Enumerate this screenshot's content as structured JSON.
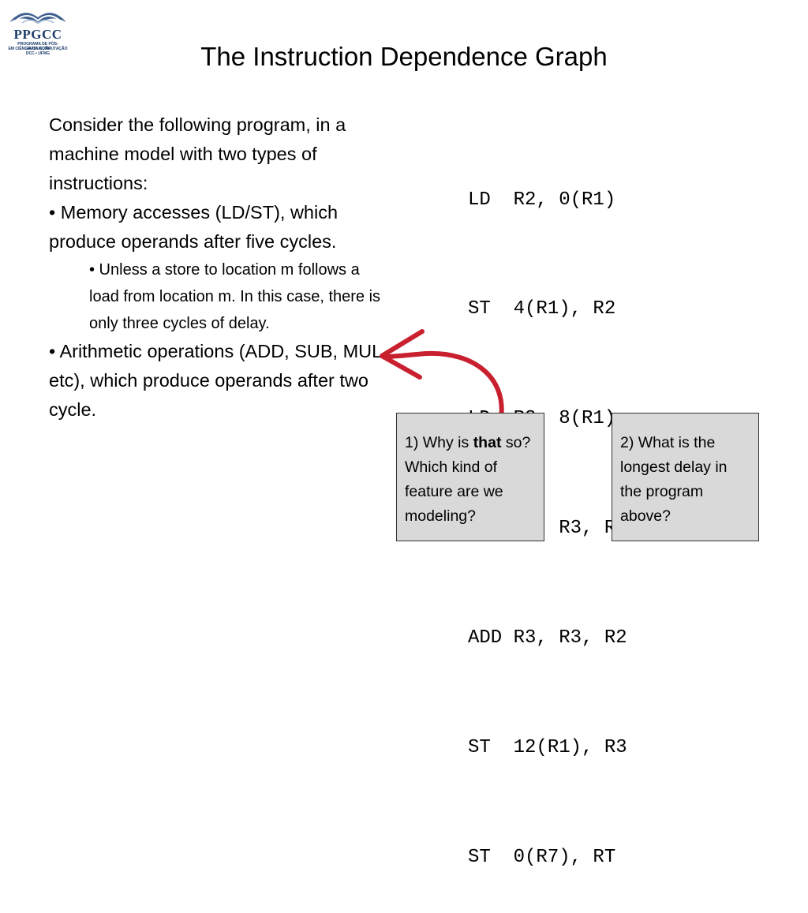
{
  "logo": {
    "name": "PPGCC",
    "sub_lines": [
      "PROGRAMA DE PÓS-GRADUAÇÃO",
      "EM CIÊNCIA DA COMPUTAÇÃO",
      "DCC • UFMG"
    ],
    "icon": "ppgcc-wings-icon",
    "color": "#1e3d6d"
  },
  "title": "The Instruction Dependence Graph",
  "left": {
    "intro": "Consider the following program, in a machine model with two types of instructions:",
    "bullet1": "• Memory accesses (LD/ST), which produce operands after five cycles.",
    "sub_bullet": "• Unless a store to location m follows a load from location m. In this case, there is only three cycles of delay.",
    "bullet2": "• Arithmetic operations (ADD, SUB, MUL, etc), which produce operands after two cycle."
  },
  "program": [
    "LD  R2, 0(R1)",
    "ST  4(R1), R2",
    "LD  R3, 8(R1)",
    "ADD R3, R3, R4",
    "ADD R3, R3, R2",
    "ST  12(R1), R3",
    "ST  0(R7), RT"
  ],
  "question1": {
    "before": "1) Why is ",
    "bold": "that",
    "after": " so? Which kind of feature are we modeling?"
  },
  "question2": {
    "text": "2) What is the longest delay in the program above?"
  },
  "colors": {
    "arrow": "#c8202f",
    "box_bg": "#d9d9d9"
  }
}
